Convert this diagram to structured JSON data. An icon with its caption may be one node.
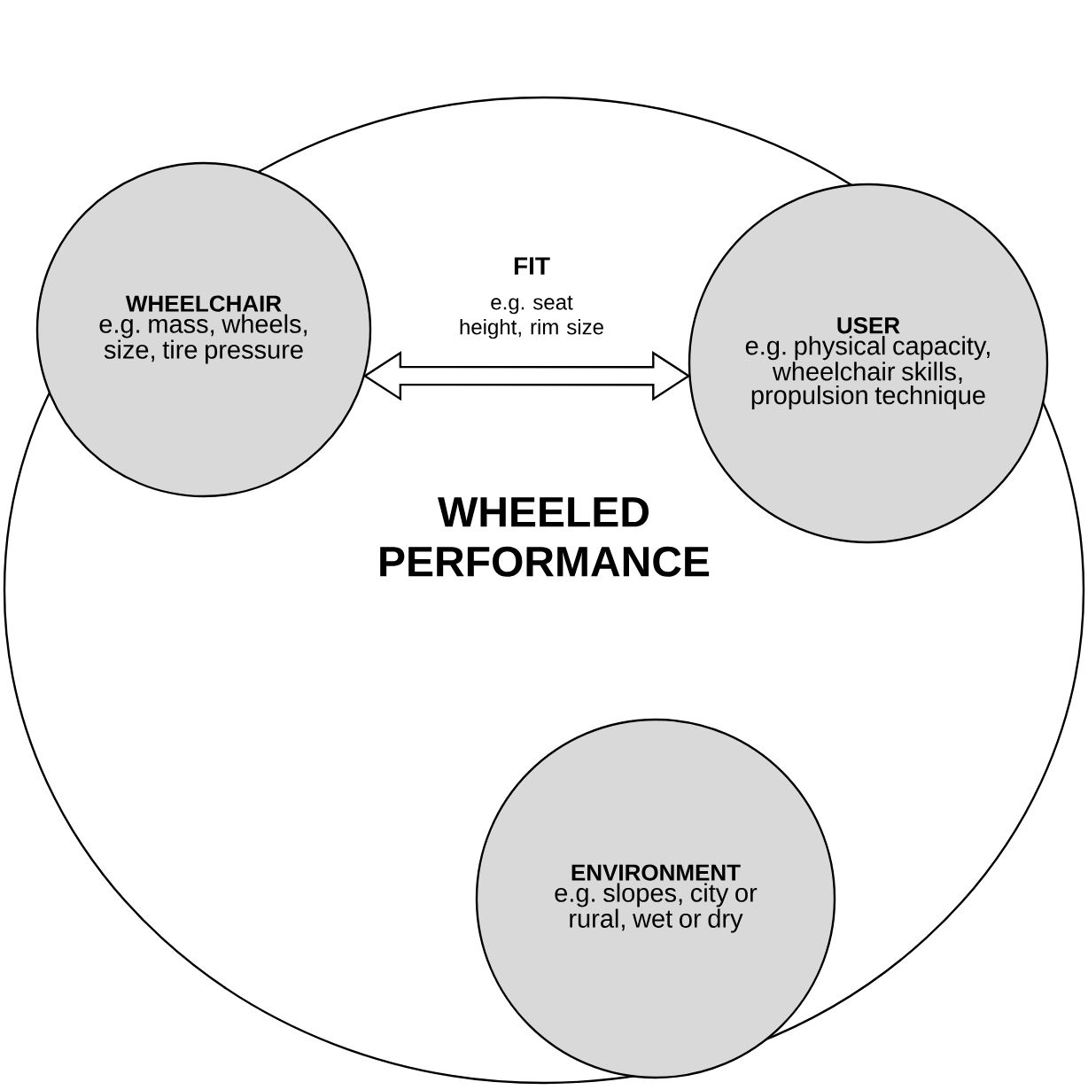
{
  "diagram": {
    "nodes": [
      {
        "text": [
          "WHEELED PERFORMANCE"
        ]
      },
      {
        "text": [
          "WHEELCHAIR",
          "e.g. mass, wheels, size, tire pressure"
        ],
        "in": 0
      },
      {
        "text": [
          "USER",
          "e.g. physical capacity, wheelchair skills, propulsion technique"
        ],
        "in": 0
      },
      {
        "text": [
          "ENVIRONMENT",
          "e.g. slopes, city or rural, wet or dry"
        ],
        "in": 0
      }
    ],
    "edges": [
      {
        "from": 1,
        "to": 2,
        "arrow": "both",
        "label": "FIT"
      }
    ],
    "labels": [
      "e.g. seat height, rim size"
    ]
  }
}
